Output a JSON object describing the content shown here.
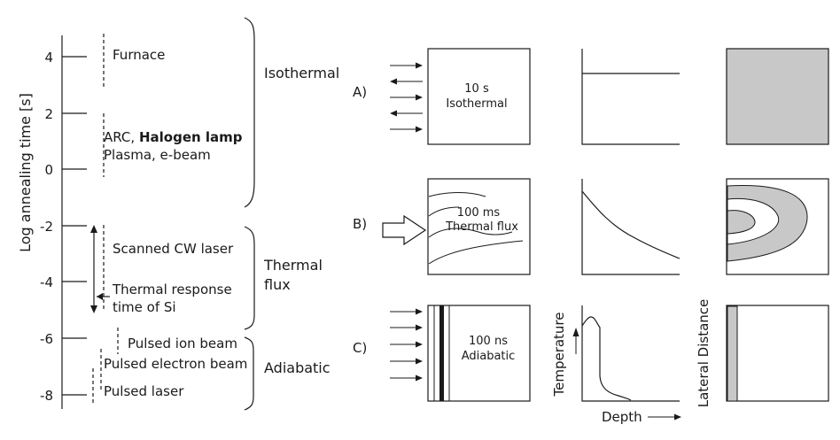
{
  "time_axis": {
    "label": "Log annealing time [s]",
    "ticks": [
      "4",
      "2",
      "0",
      "-2",
      "-4",
      "-6",
      "-8"
    ]
  },
  "methods": {
    "furnace": "Furnace",
    "arc_prefix": "ARC, ",
    "halogen": "Halogen lamp",
    "plasma": "Plasma, e-beam",
    "cw_laser": "Scanned CW laser",
    "response_line1": "Thermal response",
    "response_line2": "time of Si",
    "ion_beam": "Pulsed ion beam",
    "electron_beam": "Pulsed electron beam",
    "pulsed_laser": "Pulsed laser"
  },
  "regimes": {
    "isothermal": "Isothermal",
    "thermal_flux_line1": "Thermal",
    "thermal_flux_line2": "flux",
    "adiabatic": "Adiabatic"
  },
  "rows": [
    {
      "letter": "A)",
      "time": "10 s",
      "mode": "Isothermal"
    },
    {
      "letter": "B)",
      "time": "100 ms",
      "mode": "Thermal flux"
    },
    {
      "letter": "C)",
      "time": "100 ns",
      "mode": "Adiabatic"
    }
  ],
  "profile_axes": {
    "temperature": "Temperature",
    "depth": "Depth",
    "lateral": "Lateral Distance"
  },
  "colors": {
    "ink": "#1a1a1a",
    "heated_fill": "#c8c8c8"
  }
}
